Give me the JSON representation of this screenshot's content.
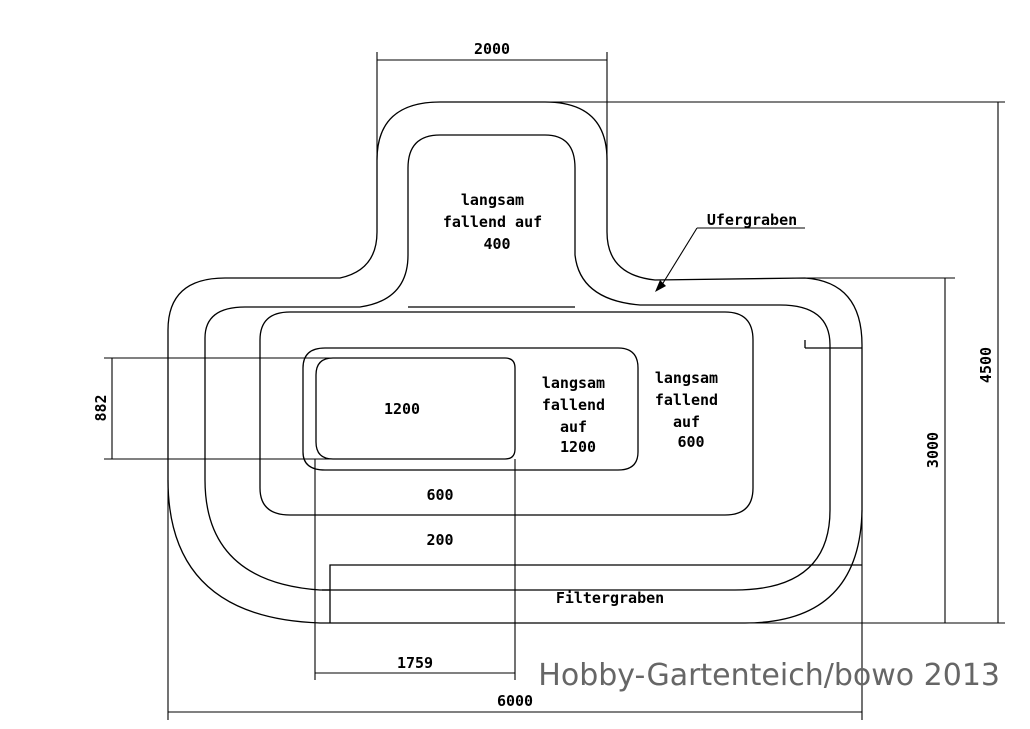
{
  "zones": {
    "zone_400": [
      "langsam",
      "fallend auf",
      "400"
    ],
    "zone_1200_slope": [
      "langsam",
      "fallend",
      "auf",
      "1200"
    ],
    "zone_600_slope": [
      "langsam",
      "fallend",
      "auf",
      "600"
    ],
    "deep_zone": "1200",
    "zone_600": "600",
    "zone_200": "200"
  },
  "labels": {
    "ufergraben": "Ufergraben",
    "filtergraben": "Filtergraben"
  },
  "dimensions": {
    "top_width": "2000",
    "deep_depth": "882",
    "height_right_inner": "3000",
    "height_right_outer": "4500",
    "deep_width": "1759",
    "total_width": "6000"
  },
  "watermark": "Hobby-Gartenteich/bowo 2013"
}
